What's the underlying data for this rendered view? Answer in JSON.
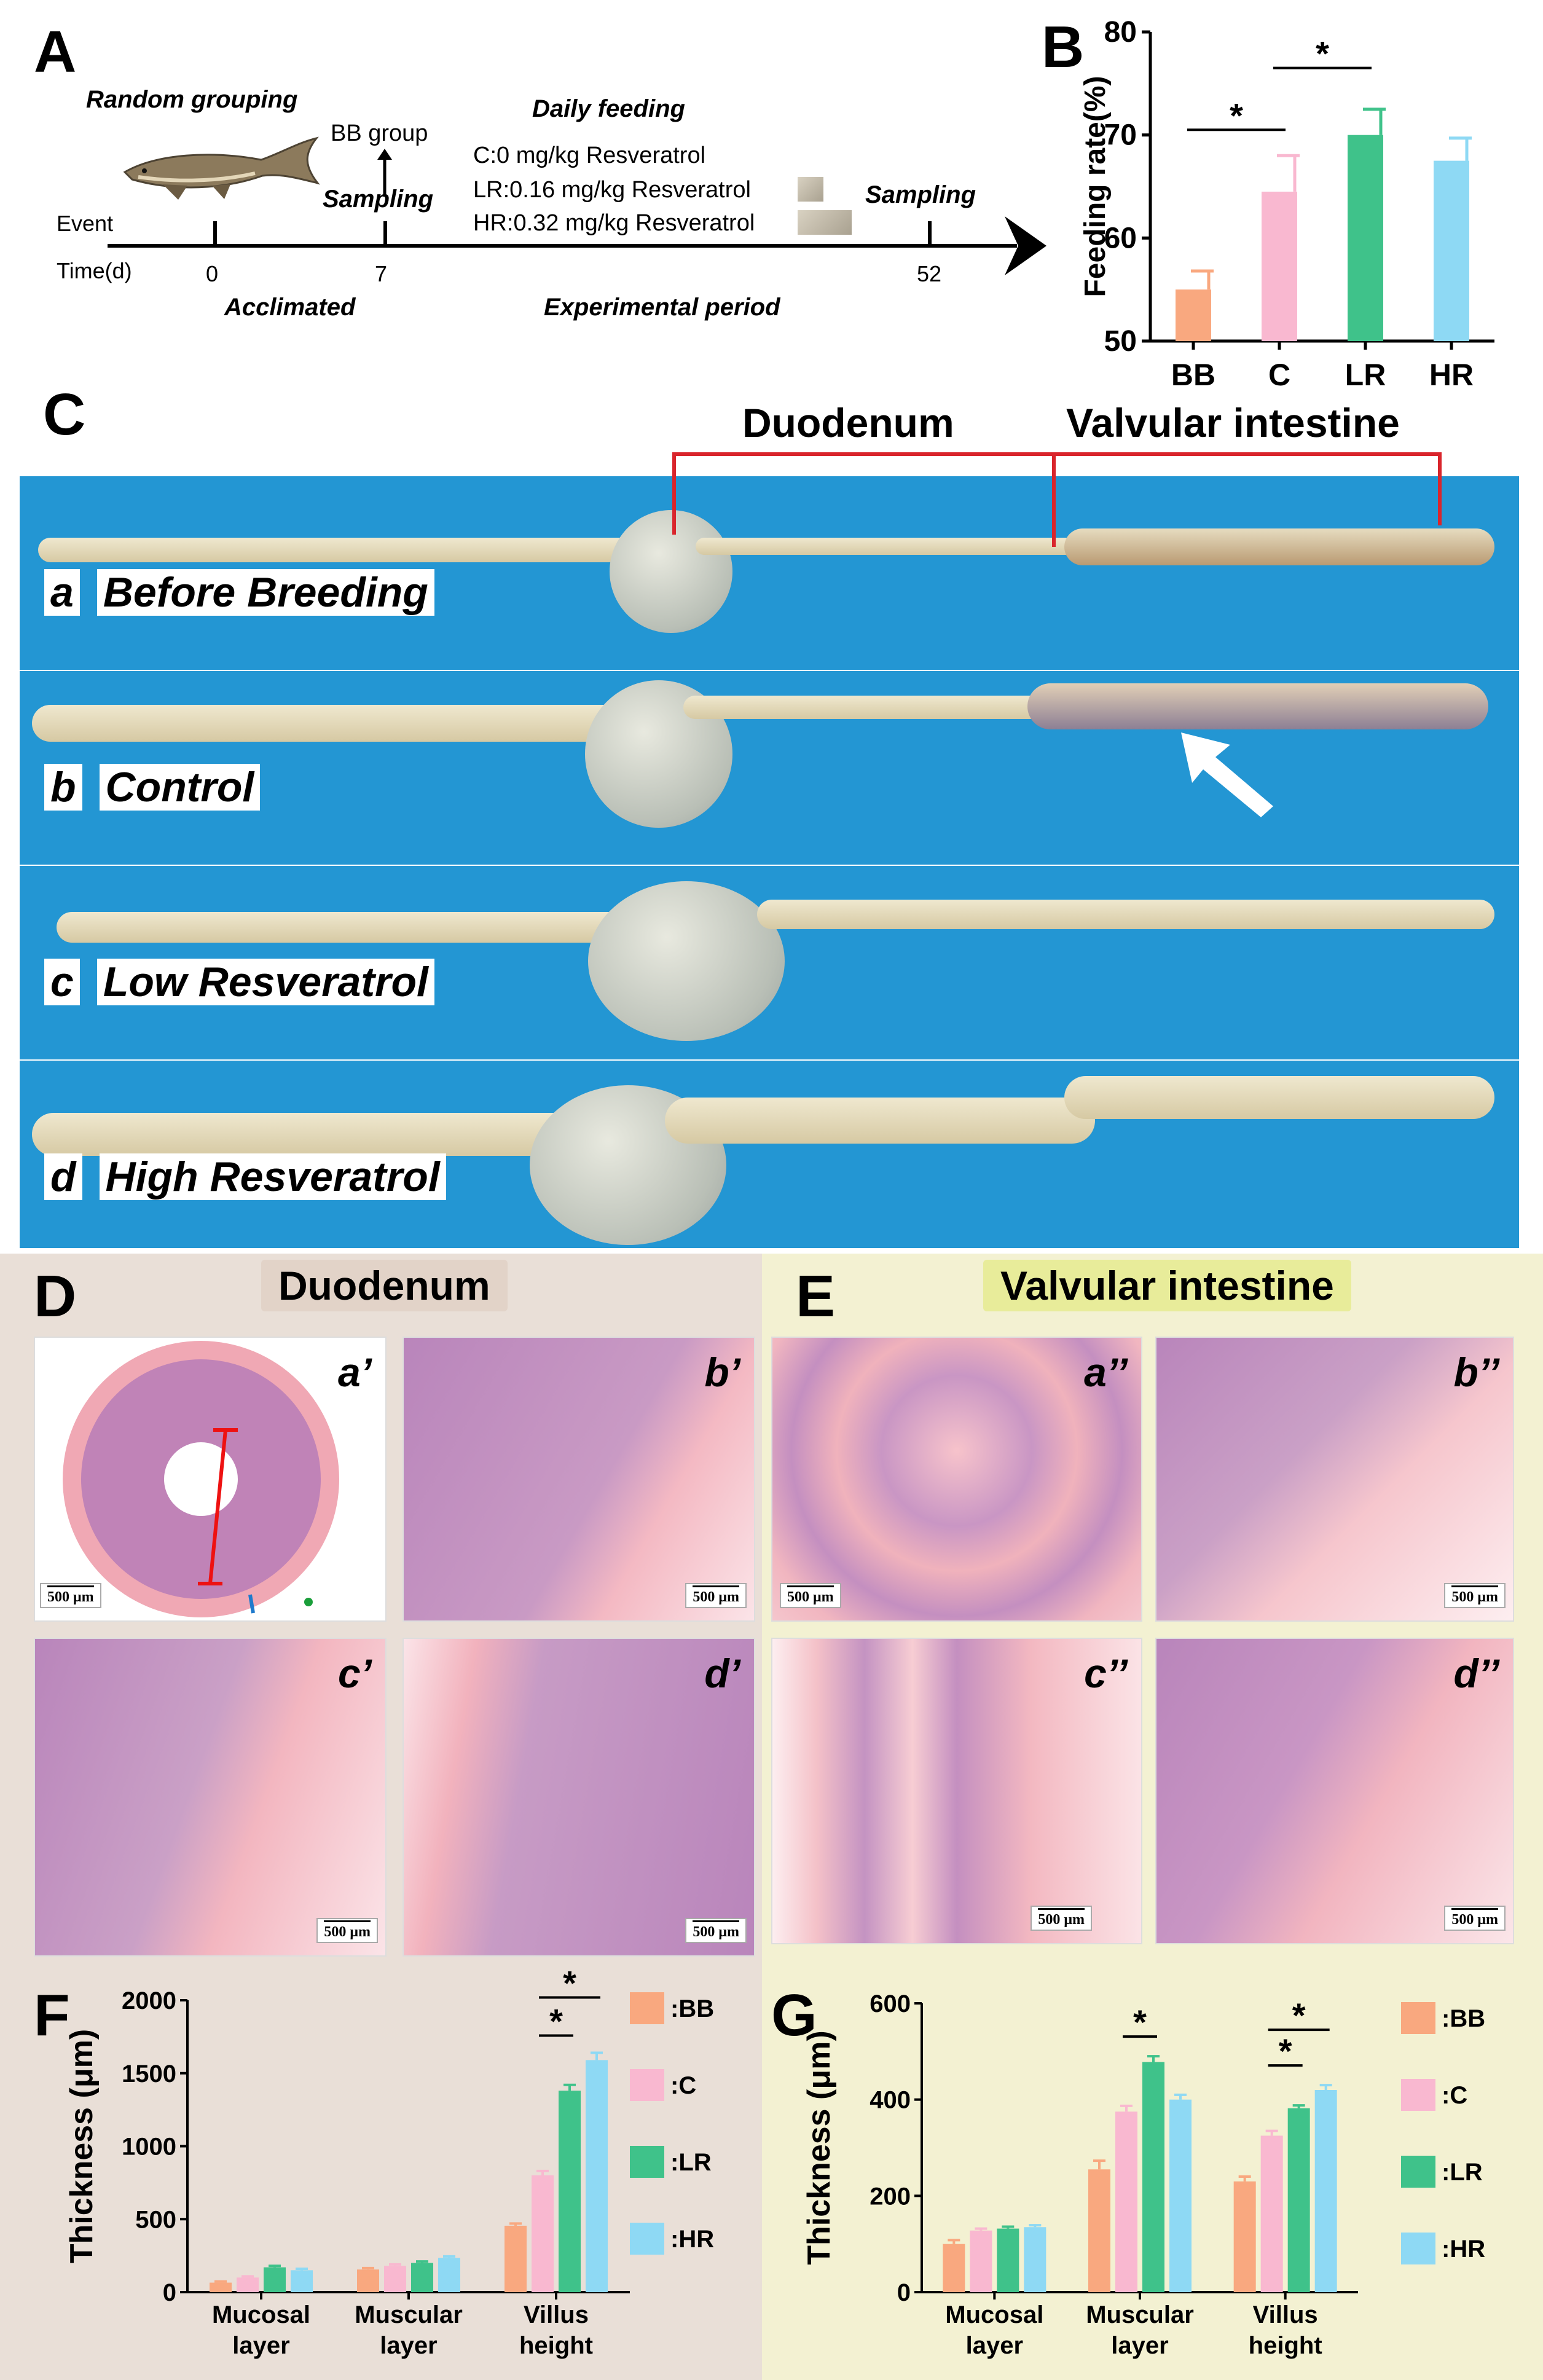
{
  "panels": {
    "A": "A",
    "B": "B",
    "C": "C",
    "D": "D",
    "E": "E",
    "F": "F",
    "G": "G"
  },
  "timeline": {
    "random_grouping": "Random grouping",
    "bb_group": "BB group",
    "sampling_1": "Sampling",
    "daily_feeding": "Daily feeding",
    "c_line": "C:0 mg/kg Resveratrol",
    "lr_line": "LR:0.16 mg/kg Resveratrol",
    "hr_line": "HR:0.32 mg/kg Resveratrol",
    "sampling_2": "Sampling",
    "event": "Event",
    "time": "Time(d)",
    "t0": "0",
    "t7": "7",
    "t52": "52",
    "acclimated": "Acclimated",
    "experimental": "Experimental period"
  },
  "photo": {
    "duodenum": "Duodenum",
    "valvular": "Valvular intestine",
    "strips": [
      {
        "letter": "a",
        "label": "Before Breeding"
      },
      {
        "letter": "b",
        "label": "Control"
      },
      {
        "letter": "c",
        "label": "Low Resveratrol"
      },
      {
        "letter": "d",
        "label": "High Resveratrol"
      }
    ]
  },
  "histology": {
    "duodenum_title": "Duodenum",
    "valvular_title": "Valvular intestine",
    "scale": "500 μm",
    "d_labels": [
      "a’",
      "b’",
      "c’",
      "d’"
    ],
    "e_labels": [
      "a’’",
      "b’’",
      "c’’",
      "d’’"
    ]
  },
  "colors": {
    "BB": "#f9a87f",
    "C": "#f9b8d0",
    "LR": "#3fc28a",
    "HR": "#8ed9f4",
    "duodenum_bg": "#e9dfd7",
    "valvular_bg": "#eaeea0",
    "strip_blue": "#2396d3",
    "bracket_red": "#d9252c"
  },
  "chart_data": [
    {
      "id": "B",
      "type": "bar",
      "categories": [
        "BB",
        "C",
        "LR",
        "HR"
      ],
      "values": [
        55,
        64.5,
        70,
        67.5
      ],
      "errors": [
        1.8,
        3.5,
        2.5,
        2.2
      ],
      "ylabel": "Feeding rate(%)",
      "ylim": [
        50,
        80
      ],
      "yticks": [
        "50",
        "60",
        "70",
        "80"
      ],
      "significance": [
        {
          "from": 0,
          "to": 1,
          "mark": "*"
        },
        {
          "from": 1,
          "to": 2,
          "mark": "*"
        }
      ]
    },
    {
      "id": "F",
      "type": "bar",
      "categories": [
        "Mucosal layer",
        "Muscular layer",
        "Villus height"
      ],
      "category_lines": [
        [
          "Mucosal",
          "layer"
        ],
        [
          "Muscular",
          "layer"
        ],
        [
          "Villus",
          "height"
        ]
      ],
      "series": [
        {
          "name": ":BB",
          "values": [
            65,
            155,
            455
          ],
          "errors": [
            8,
            10,
            15
          ]
        },
        {
          "name": ":C",
          "values": [
            100,
            180,
            800
          ],
          "errors": [
            8,
            10,
            30
          ]
        },
        {
          "name": ":LR",
          "values": [
            170,
            200,
            1380
          ],
          "errors": [
            10,
            10,
            40
          ]
        },
        {
          "name": ":HR",
          "values": [
            150,
            235,
            1590
          ],
          "errors": [
            10,
            10,
            50
          ]
        }
      ],
      "ylabel": "Thickness (μm)",
      "ylim": [
        0,
        2000
      ],
      "yticks": [
        "0",
        "500",
        "1000",
        "1500",
        "2000"
      ],
      "significance": [
        {
          "group": 2,
          "from": 1,
          "to": 2,
          "mark": "*"
        },
        {
          "group": 2,
          "from": 1,
          "to": 3,
          "mark": "*"
        }
      ]
    },
    {
      "id": "G",
      "type": "bar",
      "categories": [
        "Mucosal layer",
        "Muscular layer",
        "Villus height"
      ],
      "category_lines": [
        [
          "Mucosal",
          "layer"
        ],
        [
          "Muscular",
          "layer"
        ],
        [
          "Villus",
          "height"
        ]
      ],
      "series": [
        {
          "name": ":BB",
          "values": [
            100,
            255,
            230
          ],
          "errors": [
            8,
            18,
            10
          ]
        },
        {
          "name": ":C",
          "values": [
            128,
            375,
            325
          ],
          "errors": [
            4,
            12,
            10
          ]
        },
        {
          "name": ":LR",
          "values": [
            132,
            478,
            382
          ],
          "errors": [
            4,
            12,
            6
          ]
        },
        {
          "name": ":HR",
          "values": [
            135,
            400,
            420
          ],
          "errors": [
            4,
            10,
            10
          ]
        }
      ],
      "ylabel": "Thickness (μm)",
      "ylim": [
        0,
        600
      ],
      "yticks": [
        "0",
        "200",
        "400",
        "600"
      ],
      "significance": [
        {
          "group": 1,
          "from": 1,
          "to": 2,
          "mark": "*"
        },
        {
          "group": 2,
          "from": 1,
          "to": 2,
          "mark": "*"
        },
        {
          "group": 2,
          "from": 1,
          "to": 3,
          "mark": "*"
        }
      ]
    }
  ]
}
